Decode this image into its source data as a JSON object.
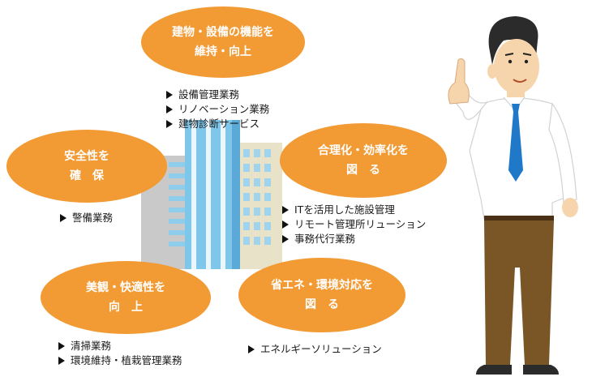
{
  "ovals": {
    "maintain": [
      "建物・設備の機能を",
      "維持・向上"
    ],
    "safety": [
      "安全性を",
      "確　保"
    ],
    "rational": [
      "合理化・効率化を",
      "図　る"
    ],
    "beauty": [
      "美観・快適性を",
      "向　上"
    ],
    "energy": [
      "省エネ・環境対応を",
      "図　る"
    ]
  },
  "lists": {
    "maintain": [
      "設備管理業務",
      "リノベーション業務",
      "建物診断サービス"
    ],
    "safety": [
      "警備業務"
    ],
    "rational": [
      "ITを活用した施設管理",
      "リモート管理所リューション",
      "事務代行業務"
    ],
    "beauty": [
      "清掃業務",
      "環境維持・植栽管理業務"
    ],
    "energy": [
      "エネルギーソリューション"
    ]
  },
  "colors": {
    "oval": "#f29a33",
    "building_blue": "#7ec6ea",
    "building_beige": "#e8e2c8",
    "building_gray": "#c9c9c9",
    "tie": "#1f78c8",
    "pants": "#7a5526"
  }
}
